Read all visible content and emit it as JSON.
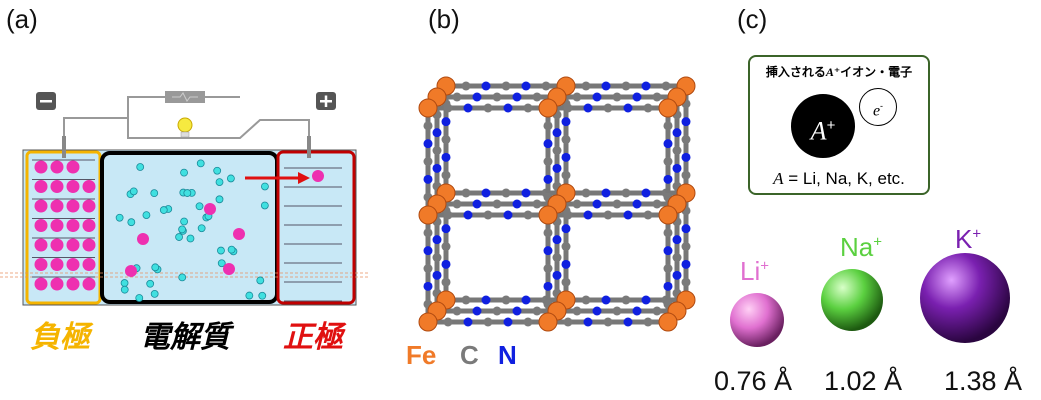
{
  "panels": {
    "a": "(a)",
    "b": "(b)",
    "c": "(c)"
  },
  "battery": {
    "minus": "−",
    "plus": "+",
    "negative_label": "負極",
    "electrolyte_label": "電解質",
    "positive_label": "正極"
  },
  "lattice": {
    "legend": [
      {
        "text": "Fe",
        "color": "#f07a28"
      },
      {
        "text": "C",
        "color": "#7a7a7a"
      },
      {
        "text": "N",
        "color": "#1020e0"
      }
    ]
  },
  "inset": {
    "title_pre": "挿入される",
    "title_a": "A",
    "title_post": "⁺イオン・電子",
    "ion": "A",
    "ion_sup": "+",
    "electron": "e",
    "electron_sup": "-",
    "eq_a": "A",
    "eq_rest": " = Li, Na, K, etc."
  },
  "ions": [
    {
      "name": "Li",
      "sup": "+",
      "radius": "0.76 Å",
      "color": "#e070d0"
    },
    {
      "name": "Na",
      "sup": "+",
      "radius": "1.02 Å",
      "color": "#5bd040"
    },
    {
      "name": "K",
      "sup": "+",
      "radius": "1.38 Å",
      "color": "#7a20b0"
    }
  ]
}
